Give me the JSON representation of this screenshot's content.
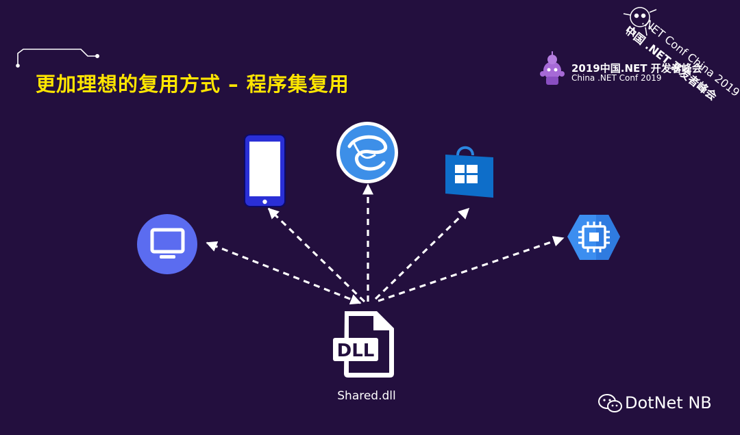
{
  "slide": {
    "title": "更加理想的复用方式 – 程序集复用",
    "conference": {
      "line1": "2019中国.NET 开发者峰会",
      "line2": "China .NET Conf 2019"
    },
    "stamp": {
      "line1": ".NET Conf China 2019",
      "line2": "中国 .NET 开发者峰会"
    },
    "center_file": {
      "badge": "DLL",
      "label": "Shared.dll"
    },
    "targets": [
      {
        "name": "desktop",
        "icon": "monitor-icon"
      },
      {
        "name": "mobile",
        "icon": "phone-icon"
      },
      {
        "name": "xamarin",
        "icon": "xamarin-icon"
      },
      {
        "name": "windows-store",
        "icon": "windows-store-icon"
      },
      {
        "name": "iot",
        "icon": "chip-icon"
      }
    ],
    "watermark": "DotNet NB",
    "colors": {
      "background": "#230f3e",
      "title": "#ffe600",
      "monitor_circle": "#5b6cf0",
      "phone": "#2a2fd6",
      "xamarin": "#3d8fe8",
      "windows_store": "#0e6ec9",
      "chip": "#3c8ef0",
      "arrows": "#ffffff"
    }
  }
}
